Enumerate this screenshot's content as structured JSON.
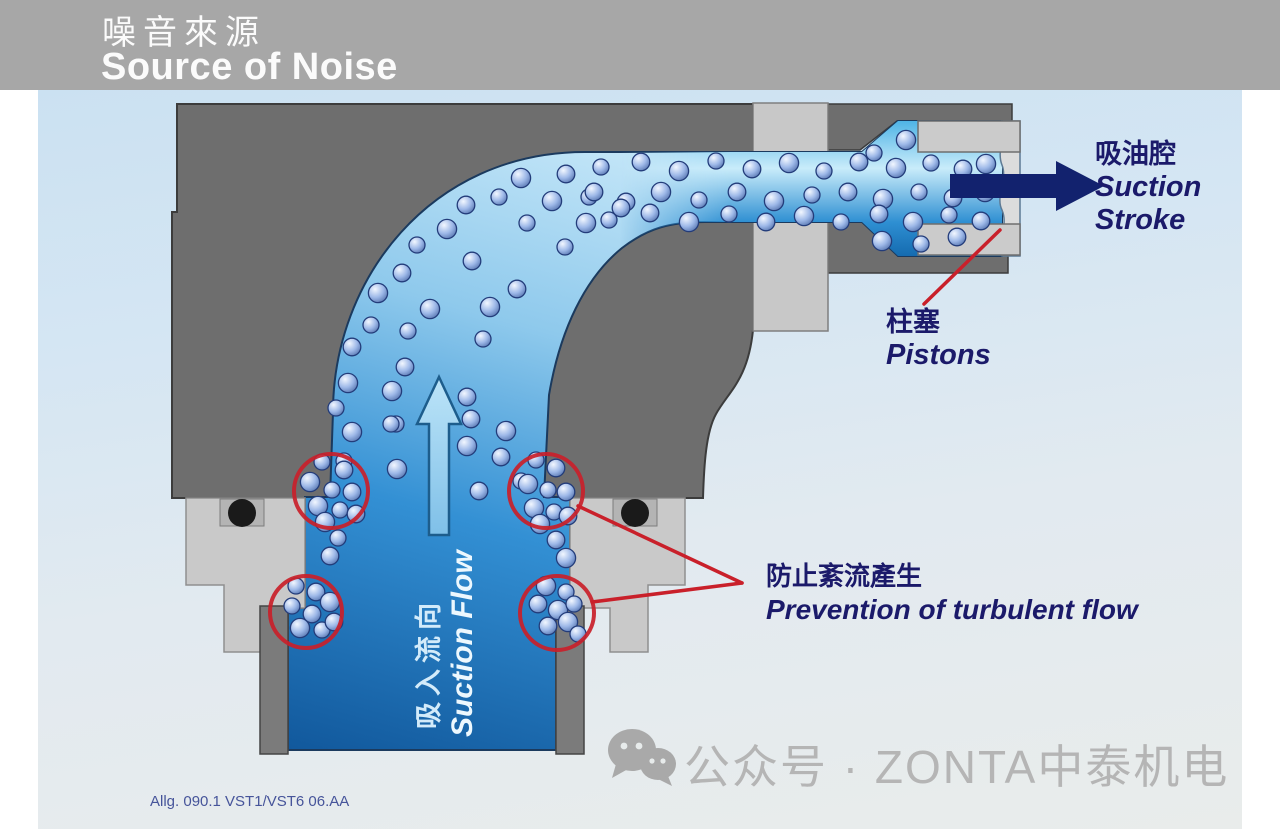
{
  "header": {
    "title_zh": "噪音來源",
    "title_en": "Source of Noise"
  },
  "labels": {
    "suction_stroke_zh": "吸油腔",
    "suction_stroke_en_line1": "Suction",
    "suction_stroke_en_line2": "Stroke",
    "pistons_zh": "柱塞",
    "pistons_en": "Pistons",
    "turbulence_zh": "防止紊流產生",
    "turbulence_en": "Prevention of turbulent flow",
    "flow_zh": "吸入流向",
    "flow_en": "Suction Flow"
  },
  "footer": {
    "doc_ref": "Allg. 090.1 VST1/VST6 06.AA"
  },
  "watermark": {
    "text": "公众号 · ZONTA中泰机电",
    "icon": "wechat-icon"
  },
  "colors": {
    "header_bg": "#a7a7a7",
    "body_gray": "#6e6e6e",
    "light_gray": "#c9c9c9",
    "flow_blue_dark": "#11589c",
    "flow_blue_light": "#c0e4f7",
    "label_navy": "#1c1a6e",
    "highlight_red": "#c9202a",
    "watermark_gray": "#b3b3b3"
  }
}
